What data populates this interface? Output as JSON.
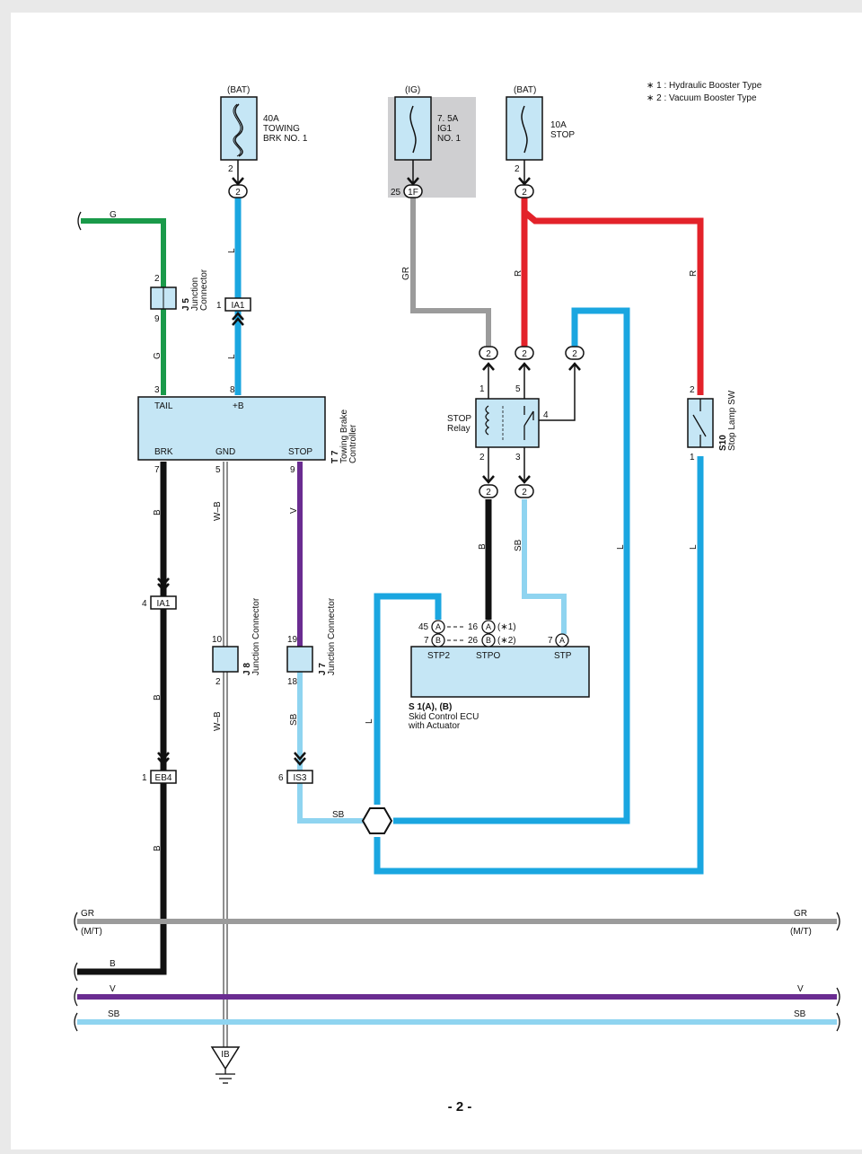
{
  "legend": {
    "line1": "∗ 1 : Hydraulic Booster Type",
    "line2": "∗ 2 : Vacuum Booster Type"
  },
  "page_number": "- 2 -",
  "fuses": {
    "towing": {
      "source": "(BAT)",
      "l1": "40A",
      "l2": "TOWING",
      "l3": "BRK NO. 1",
      "pin": "2",
      "conn": "2"
    },
    "ig1": {
      "source": "(IG)",
      "l1": "7. 5A",
      "l2": "IG1",
      "l3": "NO. 1",
      "pin": "25",
      "conn": "1F"
    },
    "stop": {
      "source": "(BAT)",
      "l1": "10A",
      "l2": "STOP",
      "pin": "2",
      "conn": "2"
    }
  },
  "wires": {
    "g_top": "G",
    "g_mid": "G",
    "l_upper": "L",
    "l_lower": "L",
    "gr": "GR",
    "r_left": "R",
    "r_right": "R",
    "b_1": "B",
    "b_2": "B",
    "b_3": "B",
    "wb_1": "W–B",
    "wb_2": "W–B",
    "v": "V",
    "sb_1": "SB",
    "b_relay": "B",
    "sb_relay": "SB",
    "l_right1": "L",
    "l_right2": "L",
    "l_left": "L",
    "sb_j": "SB"
  },
  "connectors": {
    "j5": {
      "top_pin": "2",
      "bottom_pin": "9",
      "code": "J 5",
      "name_l1": "Junction",
      "name_l2": "Connector"
    },
    "ia1_top": {
      "pin": "1",
      "code": "IA1"
    },
    "ia1_bottom": {
      "pin": "4",
      "code": "IA1"
    },
    "eb4": {
      "pin": "1",
      "code": "EB4"
    },
    "j8": {
      "top_pin": "10",
      "bottom_pin": "2",
      "code": "J 8",
      "name": "Junction Connector"
    },
    "j7": {
      "top_pin": "19",
      "bottom_pin": "18",
      "code": "J 7",
      "name": "Junction Connector"
    },
    "is3": {
      "pin": "6",
      "code": "IS3"
    }
  },
  "controller": {
    "code": "T 7",
    "name_l1": "Towing Brake",
    "name_l2": "Controller",
    "pins": {
      "tail": "TAIL",
      "b_plus": "+B",
      "brk": "BRK",
      "gnd": "GND",
      "stop": "STOP"
    },
    "pin_numbers": {
      "tail": "3",
      "b_plus": "8",
      "brk": "7",
      "gnd": "5",
      "stop": "9"
    }
  },
  "relay": {
    "name_l1": "STOP",
    "name_l2": "Relay",
    "pins": {
      "p1": "1",
      "p5": "5",
      "p4": "4",
      "p2": "2",
      "p3": "3"
    },
    "conn_top_left": "2",
    "conn_top_mid": "2",
    "conn_top_right": "2",
    "conn_bot_left": "2",
    "conn_bot_right": "2"
  },
  "stop_sw": {
    "code": "S10",
    "name": "Stop Lamp SW",
    "pin_top": "2",
    "pin_bottom": "1"
  },
  "ecu": {
    "code": "S 1(A), (B)",
    "name_l1": "Skid Control ECU",
    "name_l2": "with Actuator",
    "terms": {
      "stp2": "STP2",
      "stpo": "STPO",
      "stp": "STP"
    },
    "row1": {
      "pin": "45",
      "conn": "A",
      "pin2": "16",
      "conn2": "A",
      "note": "(∗1)"
    },
    "row2": {
      "pin": "7",
      "conn": "B",
      "pin2": "26",
      "conn2": "B",
      "note": "(∗2)"
    },
    "stp_pin": "7",
    "stp_conn": "A"
  },
  "ground": {
    "code": "IB"
  },
  "bus": {
    "gr": {
      "left": "GR",
      "left_sub": "(M/T)",
      "right": "GR",
      "right_sub": "(M/T)"
    },
    "b": {
      "left": "B"
    },
    "v": {
      "left": "V",
      "right": "V"
    },
    "sb": {
      "left": "SB",
      "right": "SB"
    }
  },
  "colors": {
    "green": "#1a9a4a",
    "blue": "#1aa6e0",
    "gray": "#9b9b9b",
    "red": "#e3222a",
    "black": "#111111",
    "purple": "#6a2c91",
    "light_blue": "#8fd4f0",
    "box_fill": "#c5e6f5",
    "highlight": "#cfcfd1"
  }
}
